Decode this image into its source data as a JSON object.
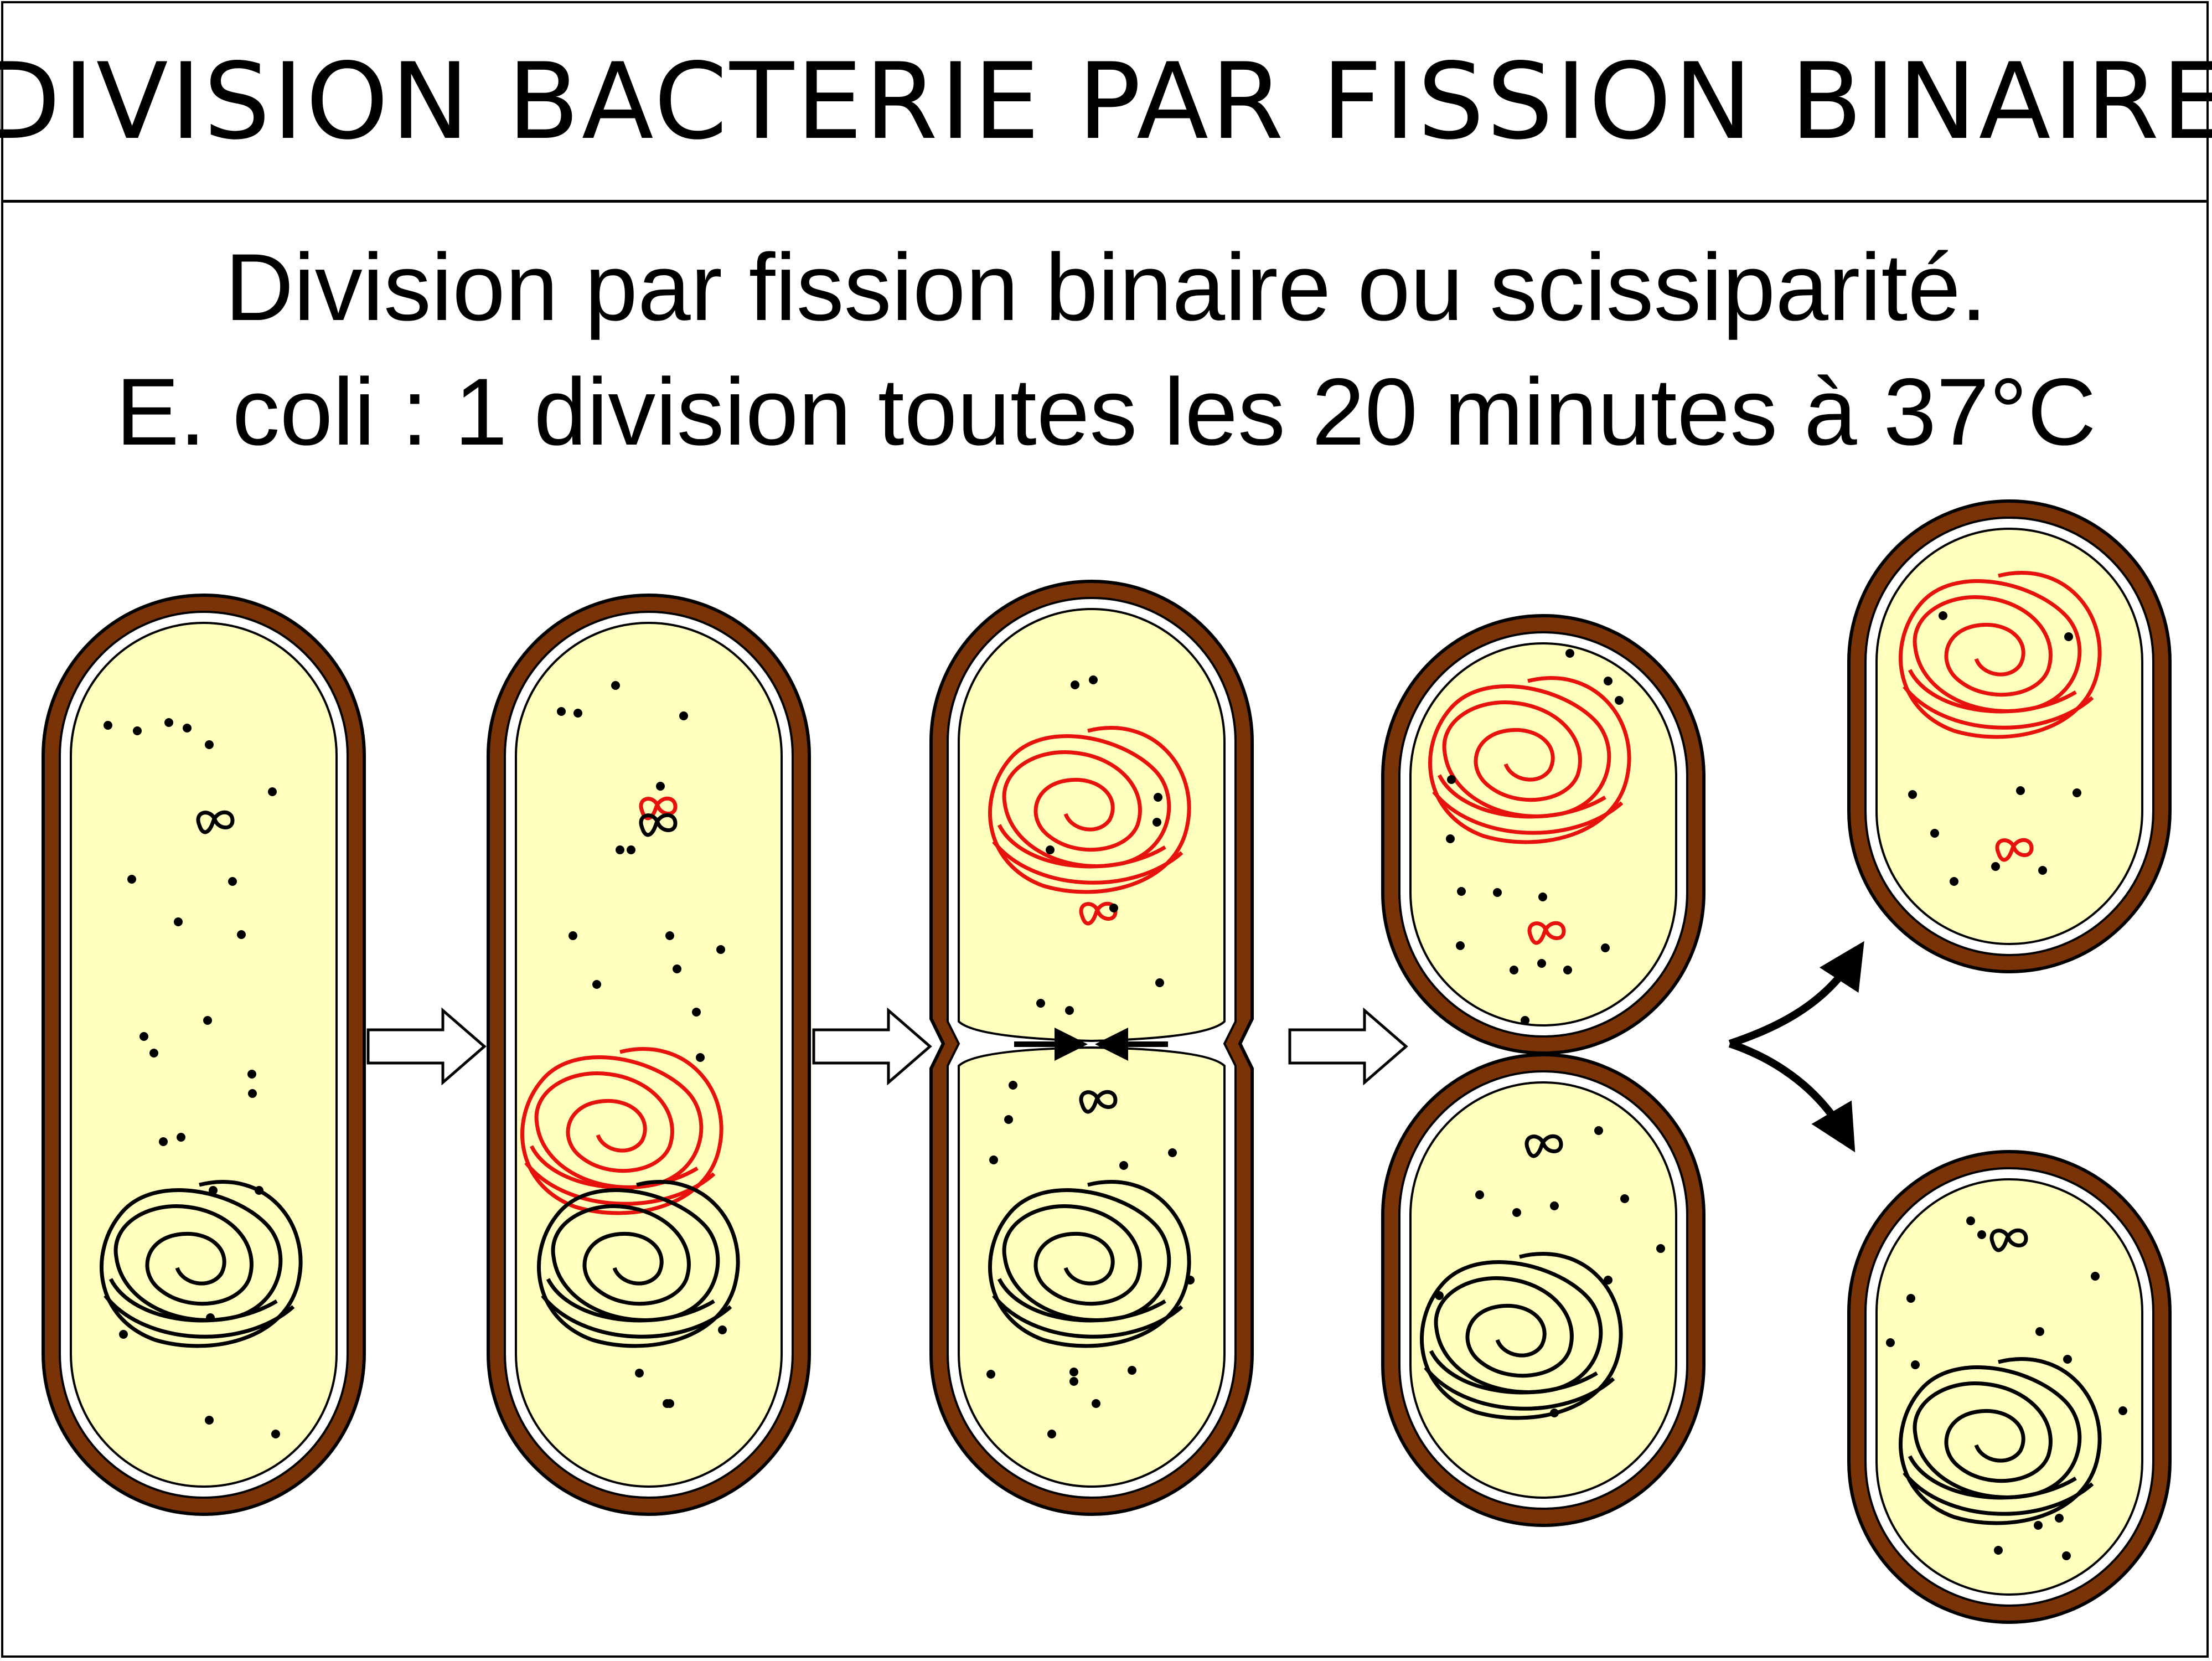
{
  "header": {
    "title": "DIVISION BACTERIE PAR FISSION BINAIRE"
  },
  "description": {
    "line1": "Division par fission binaire ou scissiparité.",
    "line2": "E. coli : 1 division toutes les 20 minutes à 37°C"
  },
  "colors": {
    "cell_wall": "#7a3307",
    "cytoplasm": "#ffffbe",
    "membrane_gap": "#ffffff",
    "original_dna": "#000000",
    "replicated_dna": "#e8120c",
    "arrow_fill": "#ffffff"
  },
  "stages": [
    "single-cell",
    "dna-replicated",
    "septum-forming",
    "two-daughter-cells",
    "separated-cells"
  ]
}
